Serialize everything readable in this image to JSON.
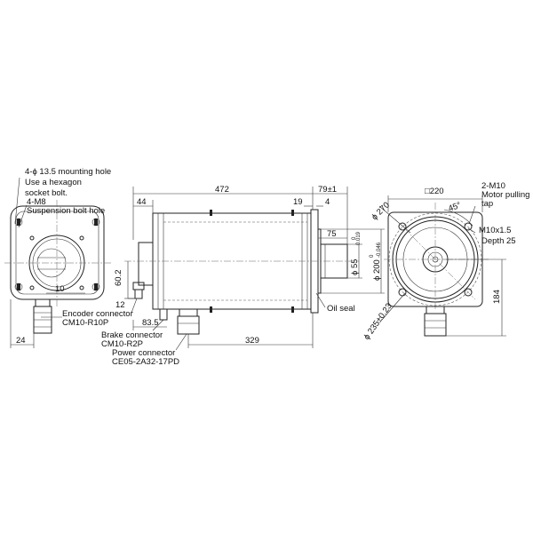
{
  "labels": {
    "mount_hole": "4-ϕ 13.5 mounting hole",
    "use_hex": "Use a hexagon",
    "socket_bolt": "socket bolt.",
    "m8": "4-M8",
    "suspension": "Suspension bolt hole",
    "enc_conn": "Encoder connector",
    "enc_model": "CM10-R10P",
    "brake_conn": "Brake connector",
    "brake_model": "CM10-R2P",
    "power_conn": "Power connector",
    "power_model": "CE05-2A32-17PD",
    "oil_seal": "Oil seal",
    "m10_tap": "2-M10",
    "motor_pulling": "Motor pulling",
    "tap": "tap",
    "m10x15": "M10x1.5",
    "depth": "Depth 25"
  },
  "dims": {
    "len_472": "472",
    "len_79": "79±1",
    "len_44": "44",
    "len_19": "19",
    "len_4": "4",
    "len_75": "75",
    "dia_55": "ϕ 55",
    "tol_55_upper": "0.019",
    "tol_55_lower": "0",
    "dia_200": "ϕ 200",
    "tol_200_upper": "0",
    "tol_200_lower": "-0.046",
    "len_60_2": "60.2",
    "len_12": "12",
    "len_83_5": "83.5",
    "len_329": "329",
    "len_10": "10",
    "len_24": "24",
    "sq_220": "□220",
    "dia_270": "ϕ 270",
    "angle_45": "45°",
    "dia_235": "ϕ 235±0.23",
    "len_184": "184"
  }
}
